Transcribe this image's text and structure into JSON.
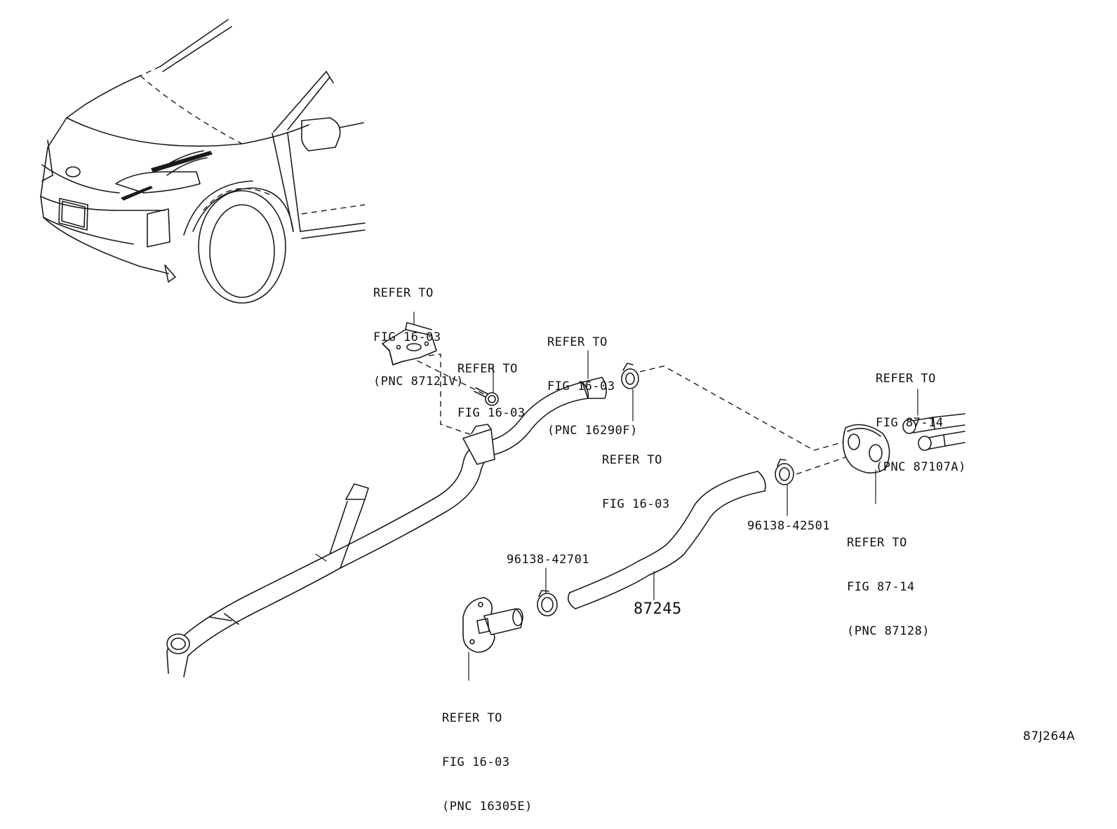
{
  "diagram_code": "87J264A",
  "labels": {
    "bracket_ref": [
      "REFER TO",
      "FIG 16-03",
      "(PNC 87121V)"
    ],
    "bolt_ref": [
      "REFER TO",
      "FIG 16-03"
    ],
    "hose_ref": [
      "REFER TO",
      "FIG 16-03",
      "(PNC 16290F)"
    ],
    "clamp_ref": [
      "REFER TO",
      "FIG 16-03"
    ],
    "valve_ref": [
      "REFER TO",
      "FIG 87-14",
      "(PNC 87107A)"
    ],
    "grommet_ref": [
      "REFER TO",
      "FIG 87-14",
      "(PNC 87128)"
    ],
    "clamp_right_part": "96138-42501",
    "clamp_left_part": "96138-42701",
    "hose_part": "87245",
    "outlet_ref": [
      "REFER TO",
      "FIG 16-03",
      "(PNC 16305E)"
    ]
  }
}
